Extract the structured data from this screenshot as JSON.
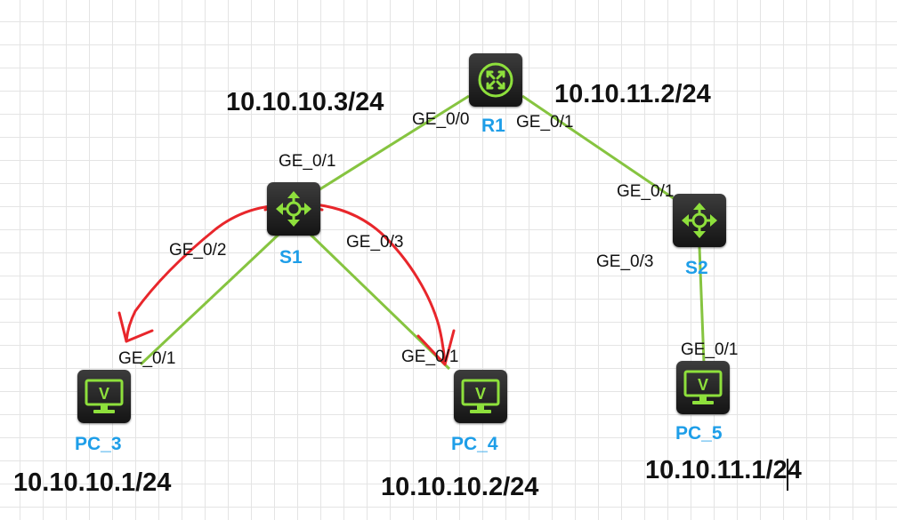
{
  "colors": {
    "link": "#86c440",
    "annotation": "#e8262b",
    "device_label": "#1e9ee8",
    "device_glyph": "#8ee03c"
  },
  "devices": {
    "r1": {
      "label": "R1",
      "icon": "router-icon"
    },
    "s1": {
      "label": "S1",
      "icon": "switch-icon"
    },
    "s2": {
      "label": "S2",
      "icon": "switch-icon"
    },
    "pc3": {
      "label": "PC_3",
      "icon": "pc-icon",
      "glyph": "V"
    },
    "pc4": {
      "label": "PC_4",
      "icon": "pc-icon",
      "glyph": "V"
    },
    "pc5": {
      "label": "PC_5",
      "icon": "pc-icon",
      "glyph": "V"
    }
  },
  "ports": {
    "r1_ge00": "GE_0/0",
    "r1_ge01": "GE_0/1",
    "s1_ge01": "GE_0/1",
    "s1_ge02": "GE_0/2",
    "s1_ge03": "GE_0/3",
    "s2_ge01": "GE_0/1",
    "s2_ge03": "GE_0/3",
    "pc3_ge01": "GE_0/1",
    "pc4_ge01": "GE_0/1",
    "pc5_ge01": "GE_0/1"
  },
  "ips": {
    "s1_side": "10.10.10.3/24",
    "s2_side": "10.10.11.2/24",
    "pc3": "10.10.10.1/24",
    "pc4": "10.10.10.2/24",
    "pc5": "10.10.11.1/24"
  }
}
